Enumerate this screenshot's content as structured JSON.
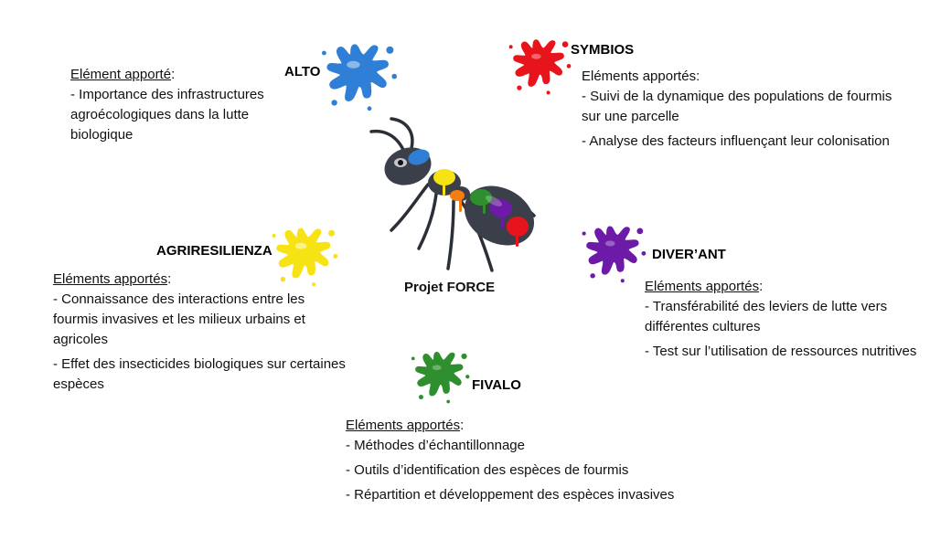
{
  "center": {
    "label": "Projet FORCE"
  },
  "projects": {
    "alto": {
      "name": "ALTO",
      "header": "Elément apporté",
      "items": [
        "- Importance des infrastructures agroécologiques dans la lutte biologique"
      ],
      "color": "#2f7fd6"
    },
    "symbios": {
      "name": "SYMBIOS",
      "header": "Eléments apportés",
      "items": [
        "- Suivi de la dynamique des populations de fourmis sur une parcelle",
        "- Analyse des facteurs influençant leur colonisation"
      ],
      "color": "#e8141b"
    },
    "agriresilienza": {
      "name": "AGRIRESILIENZA",
      "header": "Eléments apportés",
      "items": [
        "- Connaissance des interactions entre les fourmis invasives et les milieux urbains et agricoles",
        "- Effet des insecticides biologiques sur certaines espèces"
      ],
      "color": "#f7e313"
    },
    "divant": {
      "name": "DIVER’ANT",
      "header": "Eléments apportés",
      "items": [
        "- Transférabilité des leviers de lutte vers différentes cultures",
        "- Test sur l’utilisation de ressources nutritives"
      ],
      "color": "#6d1aa8"
    },
    "fivalo": {
      "name": "FIVALO",
      "header": "Eléments apportés",
      "items": [
        "- Méthodes d’échantillonnage",
        "- Outils d’identification des espèces de fourmis",
        "- Répartition et développement des espèces invasives"
      ],
      "color": "#2f8f2f"
    }
  },
  "ant": {
    "icon": "ant-icon"
  }
}
